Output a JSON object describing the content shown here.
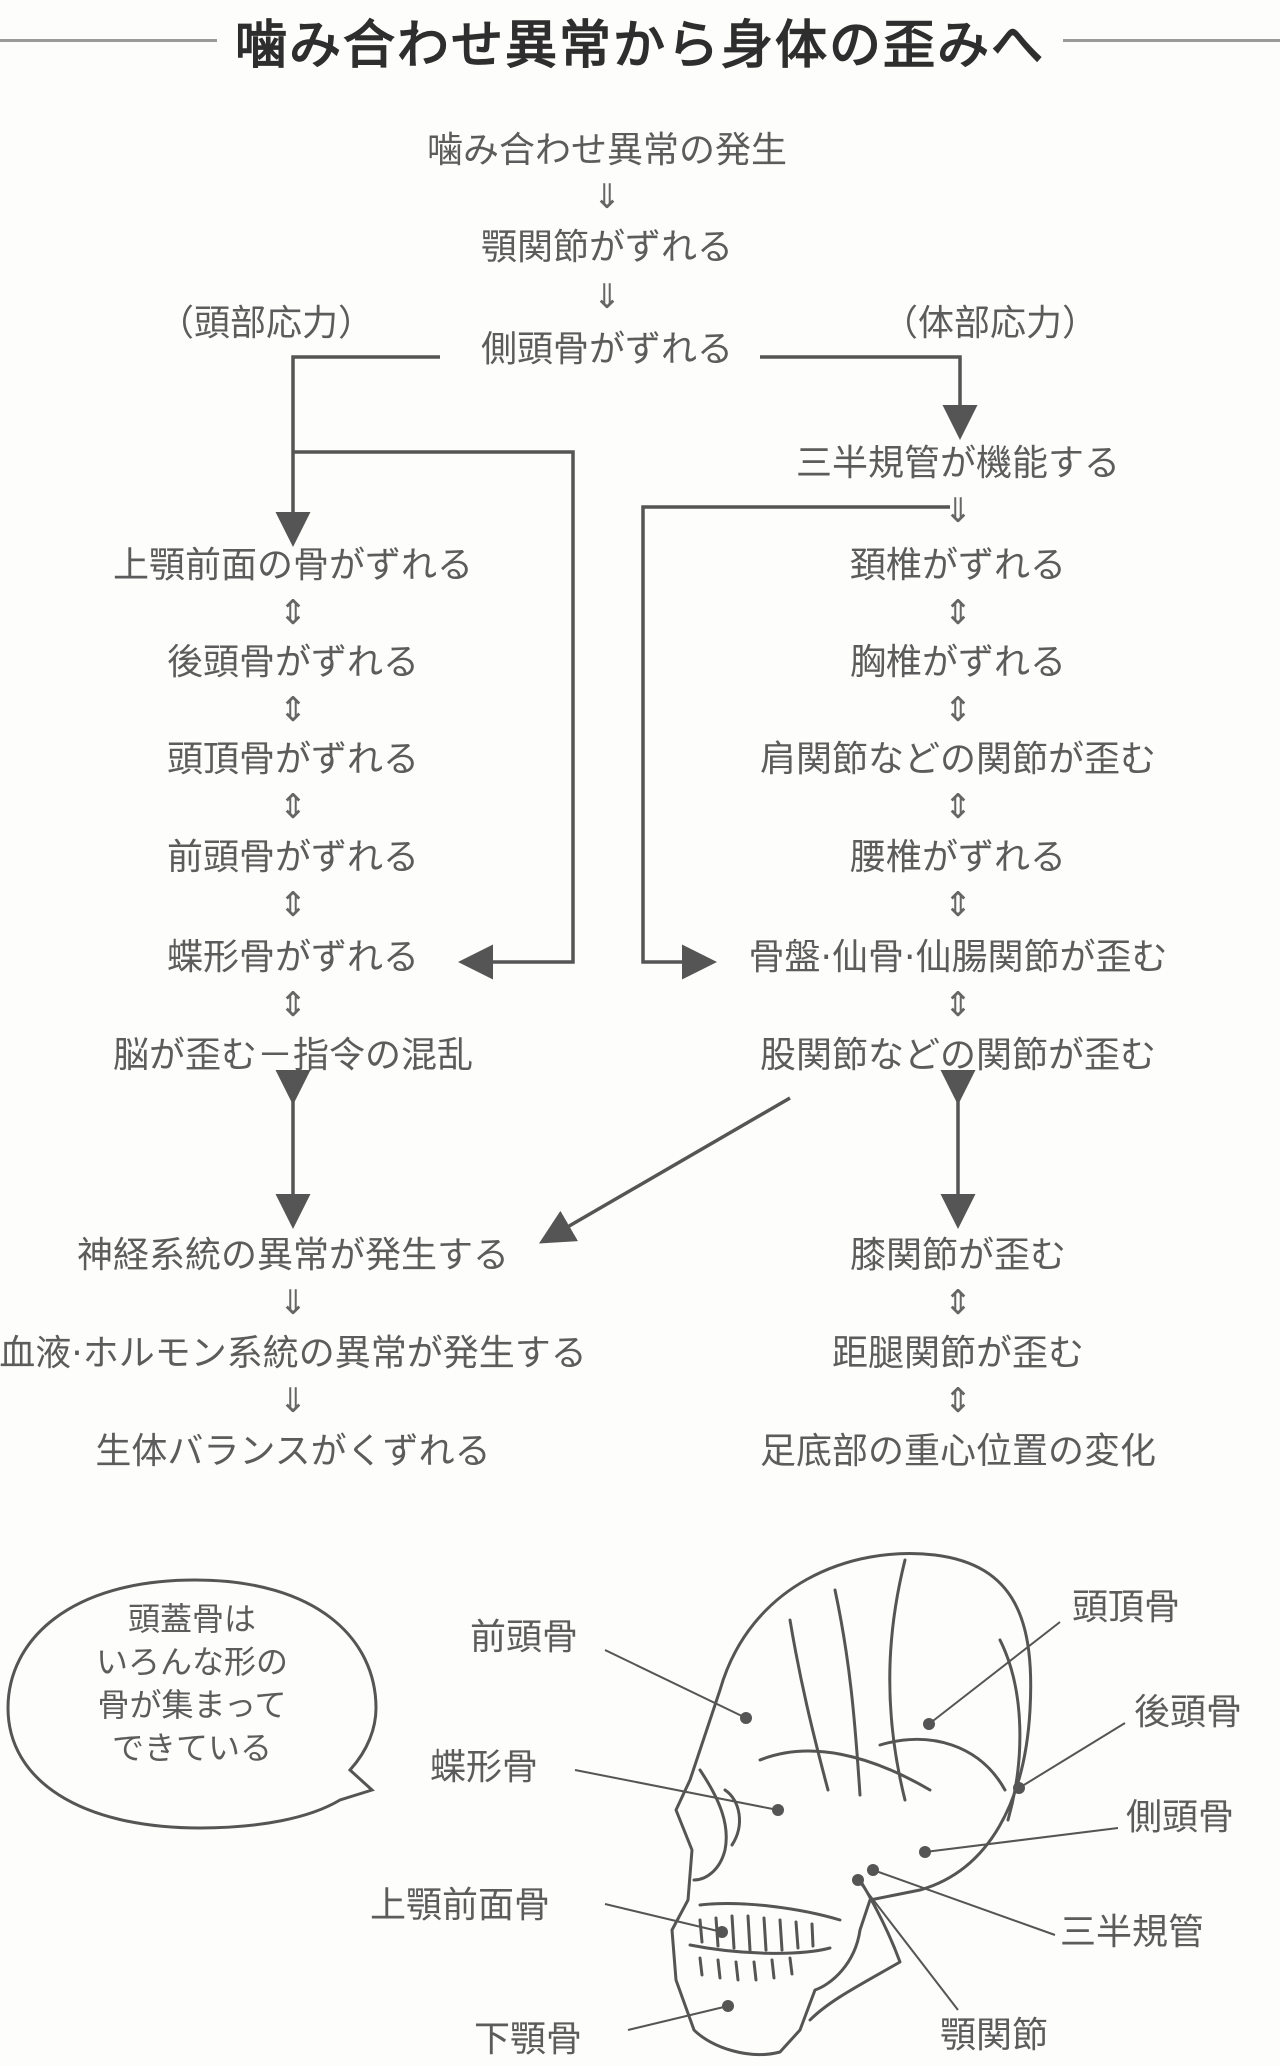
{
  "title": "噛み合わせ異常から身体の歪みへ",
  "flow": {
    "top": [
      "噛み合わせ異常の発生",
      "顎関節がずれる",
      "側頭骨がずれる"
    ],
    "head_label": "（頭部応力）",
    "body_label": "（体部応力）",
    "left_chain": [
      "上顎前面の骨がずれる",
      "後頭骨がずれる",
      "頭頂骨がずれる",
      "前頭骨がずれる",
      "蝶形骨がずれる",
      "脳が歪む－指令の混乱"
    ],
    "left_bottom": [
      "神経系統の異常が発生する",
      "血液·ホルモン系統の異常が発生する",
      "生体バランスがくずれる"
    ],
    "right_chain": [
      "三半規管が機能する",
      "頚椎がずれる",
      "胸椎がずれる",
      "肩関節などの関節が歪む",
      "腰椎がずれる",
      "骨盤·仙骨·仙腸関節が歪む",
      "股関節などの関節が歪む"
    ],
    "right_bottom": [
      "膝関節が歪む",
      "距腿関節が歪む",
      "足底部の重心位置の変化"
    ],
    "symbols": {
      "down": "⇓",
      "updown": "⇕"
    }
  },
  "skull": {
    "bubble": [
      "頭蓋骨は",
      "いろんな形の",
      "骨が集まって",
      "できている"
    ],
    "labels": {
      "frontal": "前頭骨",
      "sphenoid": "蝶形骨",
      "maxilla": "上顎前面骨",
      "mandible": "下顎骨",
      "parietal": "頭頂骨",
      "occipital": "後頭骨",
      "temporal": "側頭骨",
      "semicircular": "三半規管",
      "tmj": "顎関節"
    }
  },
  "colors": {
    "text": "#5c5c5c",
    "title": "#2e2e2e",
    "line": "#555555"
  }
}
